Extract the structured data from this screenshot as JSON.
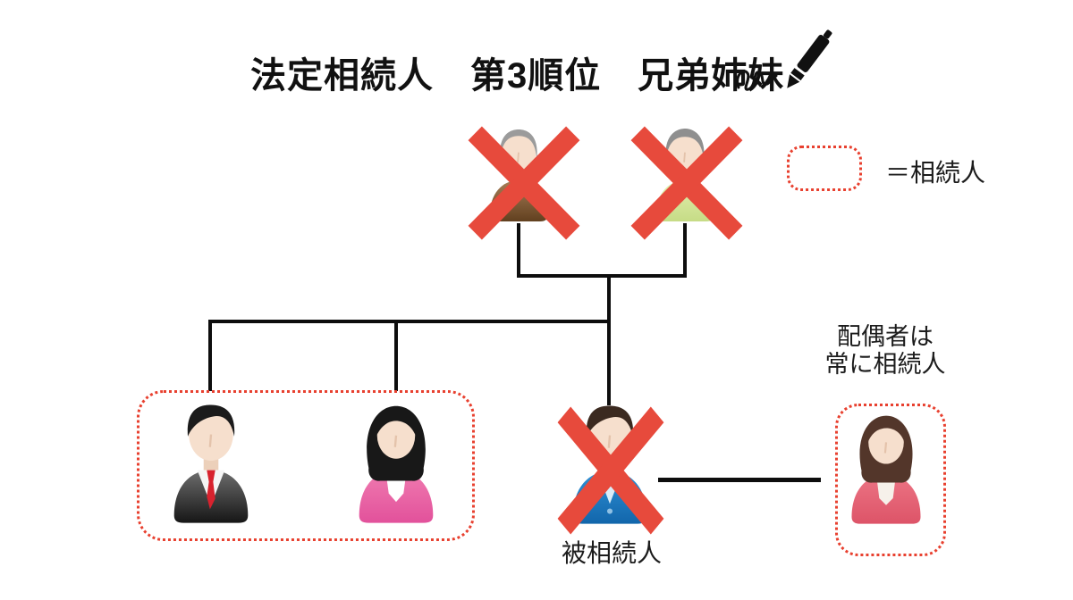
{
  "title": {
    "text": "法定相続人　第3順位　兄弟姉妹",
    "icon": "pen-signature-icon"
  },
  "legend": {
    "symbol": "dotted-red-rounded-box",
    "label": "＝相続人"
  },
  "annotations": {
    "spouse_note_line1": "配偶者は",
    "spouse_note_line2": "常に相続人",
    "deceased_label": "被相続人"
  },
  "colors": {
    "cross_red": "#e74a3c",
    "heir_box_red": "#e8402f",
    "line_black": "#0d0d0d"
  },
  "diagram": {
    "type": "family-tree",
    "nodes": [
      {
        "id": "father",
        "icon": "elderly-man-icon",
        "marked_deceased": true,
        "heir": false
      },
      {
        "id": "mother",
        "icon": "elderly-woman-icon",
        "marked_deceased": true,
        "heir": false
      },
      {
        "id": "brother",
        "icon": "man-gray-suit-icon",
        "marked_deceased": false,
        "heir": true
      },
      {
        "id": "sister",
        "icon": "woman-pink-icon",
        "marked_deceased": false,
        "heir": true
      },
      {
        "id": "decedent",
        "icon": "man-blue-suit-icon",
        "marked_deceased": true,
        "heir": false,
        "label": "被相続人"
      },
      {
        "id": "spouse",
        "icon": "woman-rose-icon",
        "marked_deceased": false,
        "heir": true,
        "note": "配偶者は常に相続人"
      }
    ],
    "edges": [
      {
        "from": "father",
        "to": "mother",
        "type": "couple"
      },
      {
        "from": "father+mother",
        "to": "brother",
        "type": "child"
      },
      {
        "from": "father+mother",
        "to": "sister",
        "type": "child"
      },
      {
        "from": "father+mother",
        "to": "decedent",
        "type": "child"
      },
      {
        "from": "decedent",
        "to": "spouse",
        "type": "marriage"
      }
    ]
  }
}
